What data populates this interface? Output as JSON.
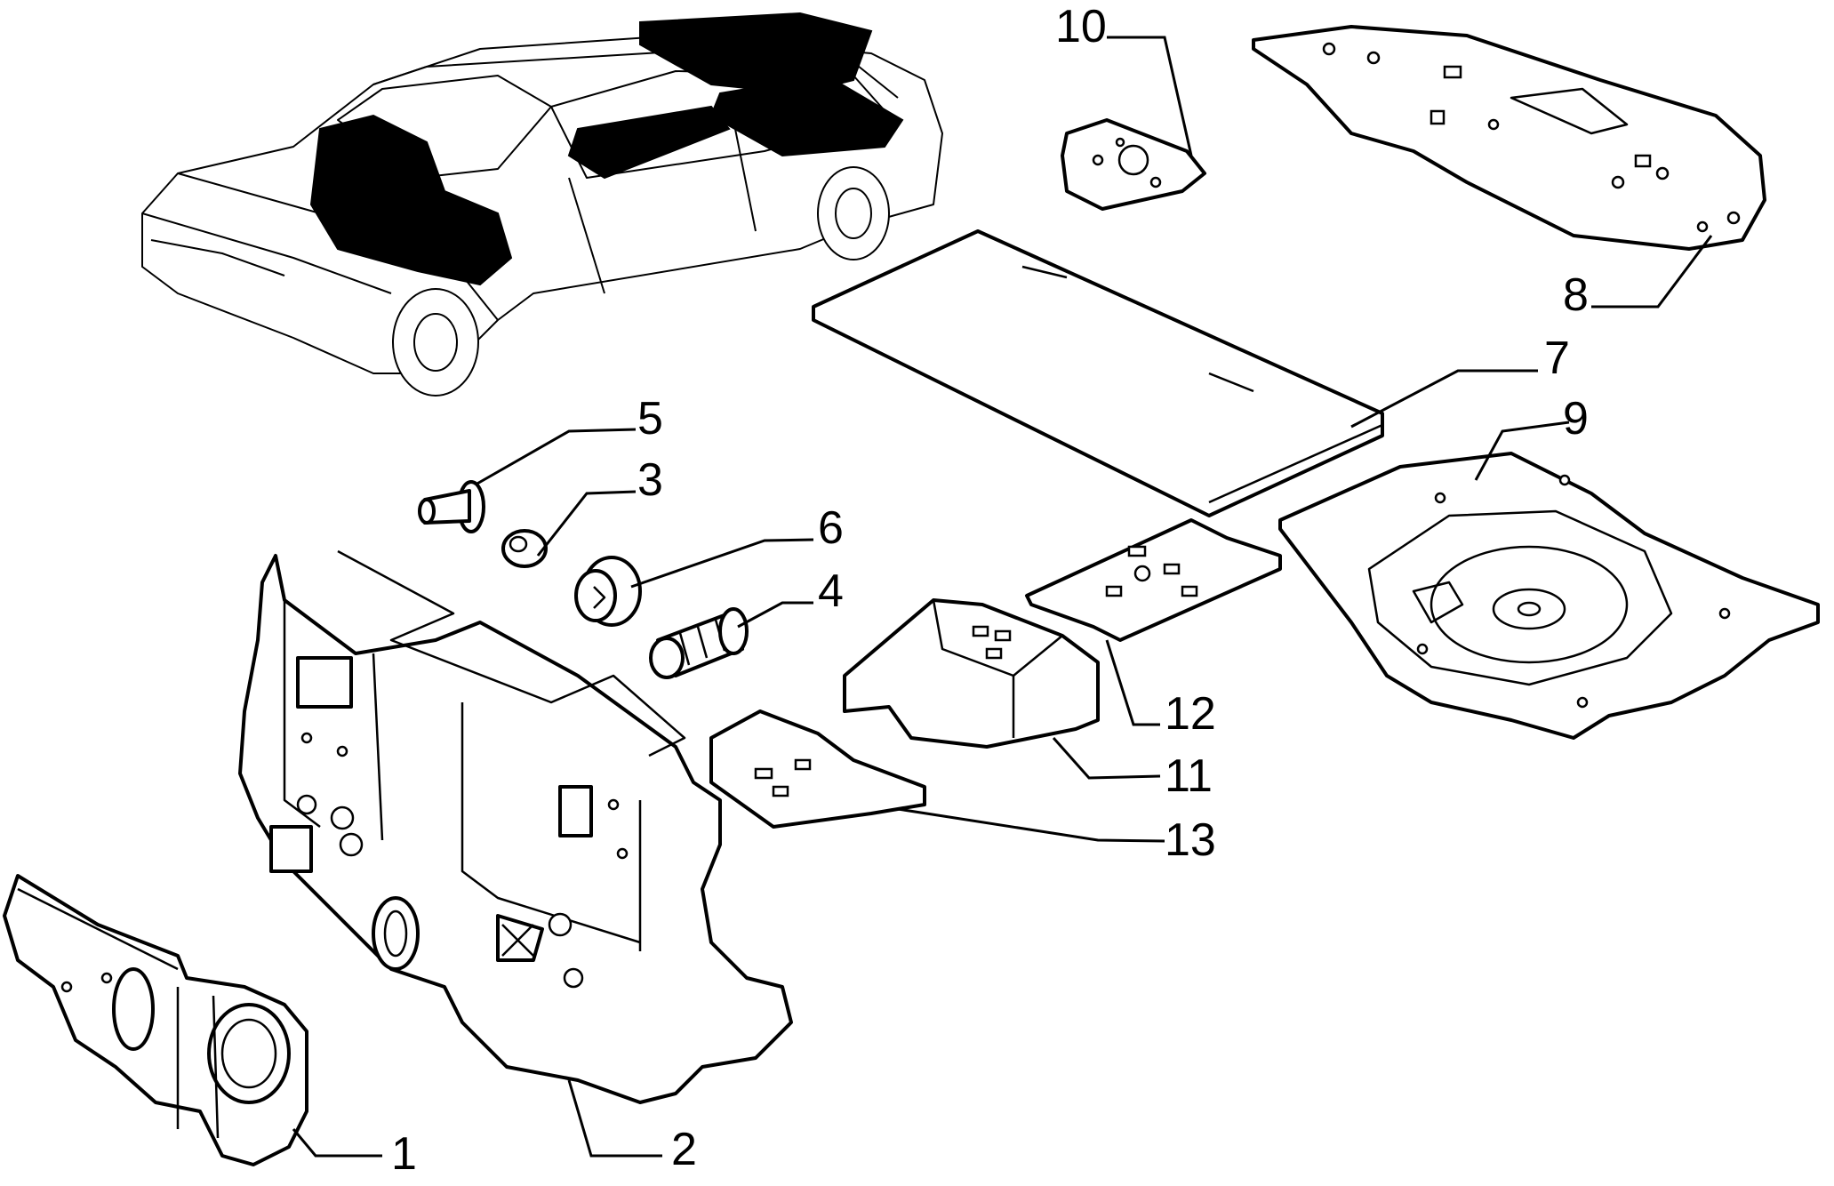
{
  "callouts": [
    {
      "id": "1",
      "label": "1"
    },
    {
      "id": "2",
      "label": "2"
    },
    {
      "id": "3",
      "label": "3"
    },
    {
      "id": "4",
      "label": "4"
    },
    {
      "id": "5",
      "label": "5"
    },
    {
      "id": "6",
      "label": "6"
    },
    {
      "id": "7",
      "label": "7"
    },
    {
      "id": "8",
      "label": "8"
    },
    {
      "id": "9",
      "label": "9"
    },
    {
      "id": "10",
      "label": "10"
    },
    {
      "id": "11",
      "label": "11"
    },
    {
      "id": "12",
      "label": "12"
    },
    {
      "id": "13",
      "label": "13"
    }
  ],
  "colors": {
    "line": "#000000",
    "background": "#ffffff",
    "insulation": "#000000"
  }
}
